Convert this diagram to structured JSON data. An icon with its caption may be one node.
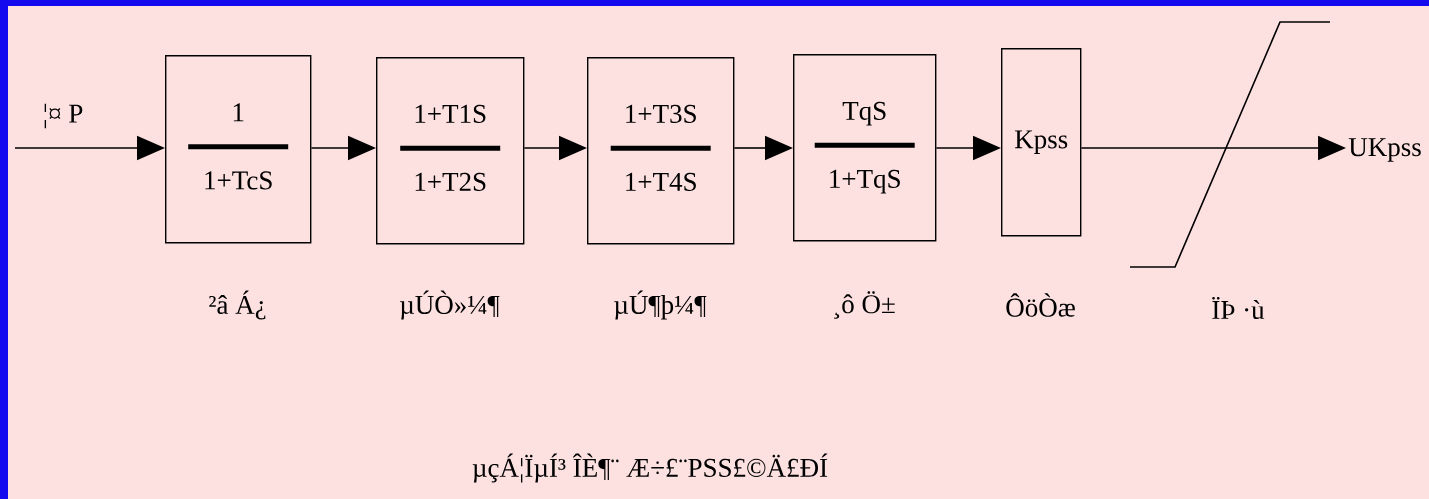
{
  "diagram": {
    "caption": "µçÁ¦ÏµÍ³ ÎÈ¶¨ Æ÷£¨PSS£©Ä£ÐÍ",
    "nodes": [
      {
        "text": [
          "1",
          "1+TcS"
        ],
        "beside": [
          "²â Á¿"
        ]
      },
      {
        "text": [
          "1+T1S",
          "1+T2S"
        ],
        "beside": [
          "µÚÒ»¼¶"
        ]
      },
      {
        "text": [
          "1+T3S",
          "1+T4S"
        ],
        "beside": [
          "µÚ¶þ¼¶"
        ]
      },
      {
        "text": [
          "TqS",
          "1+TqS"
        ],
        "beside": [
          "¸ô Ö±"
        ]
      },
      {
        "text": [
          "Kpss"
        ],
        "beside": [
          "ÔöÒæ"
        ]
      },
      {
        "text": [
          "UKpss"
        ]
      }
    ],
    "edges": [
      {
        "from": null,
        "to": 0,
        "arrow": "to",
        "label": "¦¤ P"
      },
      {
        "from": 0,
        "to": 1,
        "arrow": "to"
      },
      {
        "from": 1,
        "to": 2,
        "arrow": "to"
      },
      {
        "from": 2,
        "to": 3,
        "arrow": "to"
      },
      {
        "from": 3,
        "to": 4,
        "arrow": "to"
      },
      {
        "from": 4,
        "to": 5,
        "arrow": "to"
      }
    ],
    "labels": [
      "ÏÞ ·ù"
    ]
  }
}
